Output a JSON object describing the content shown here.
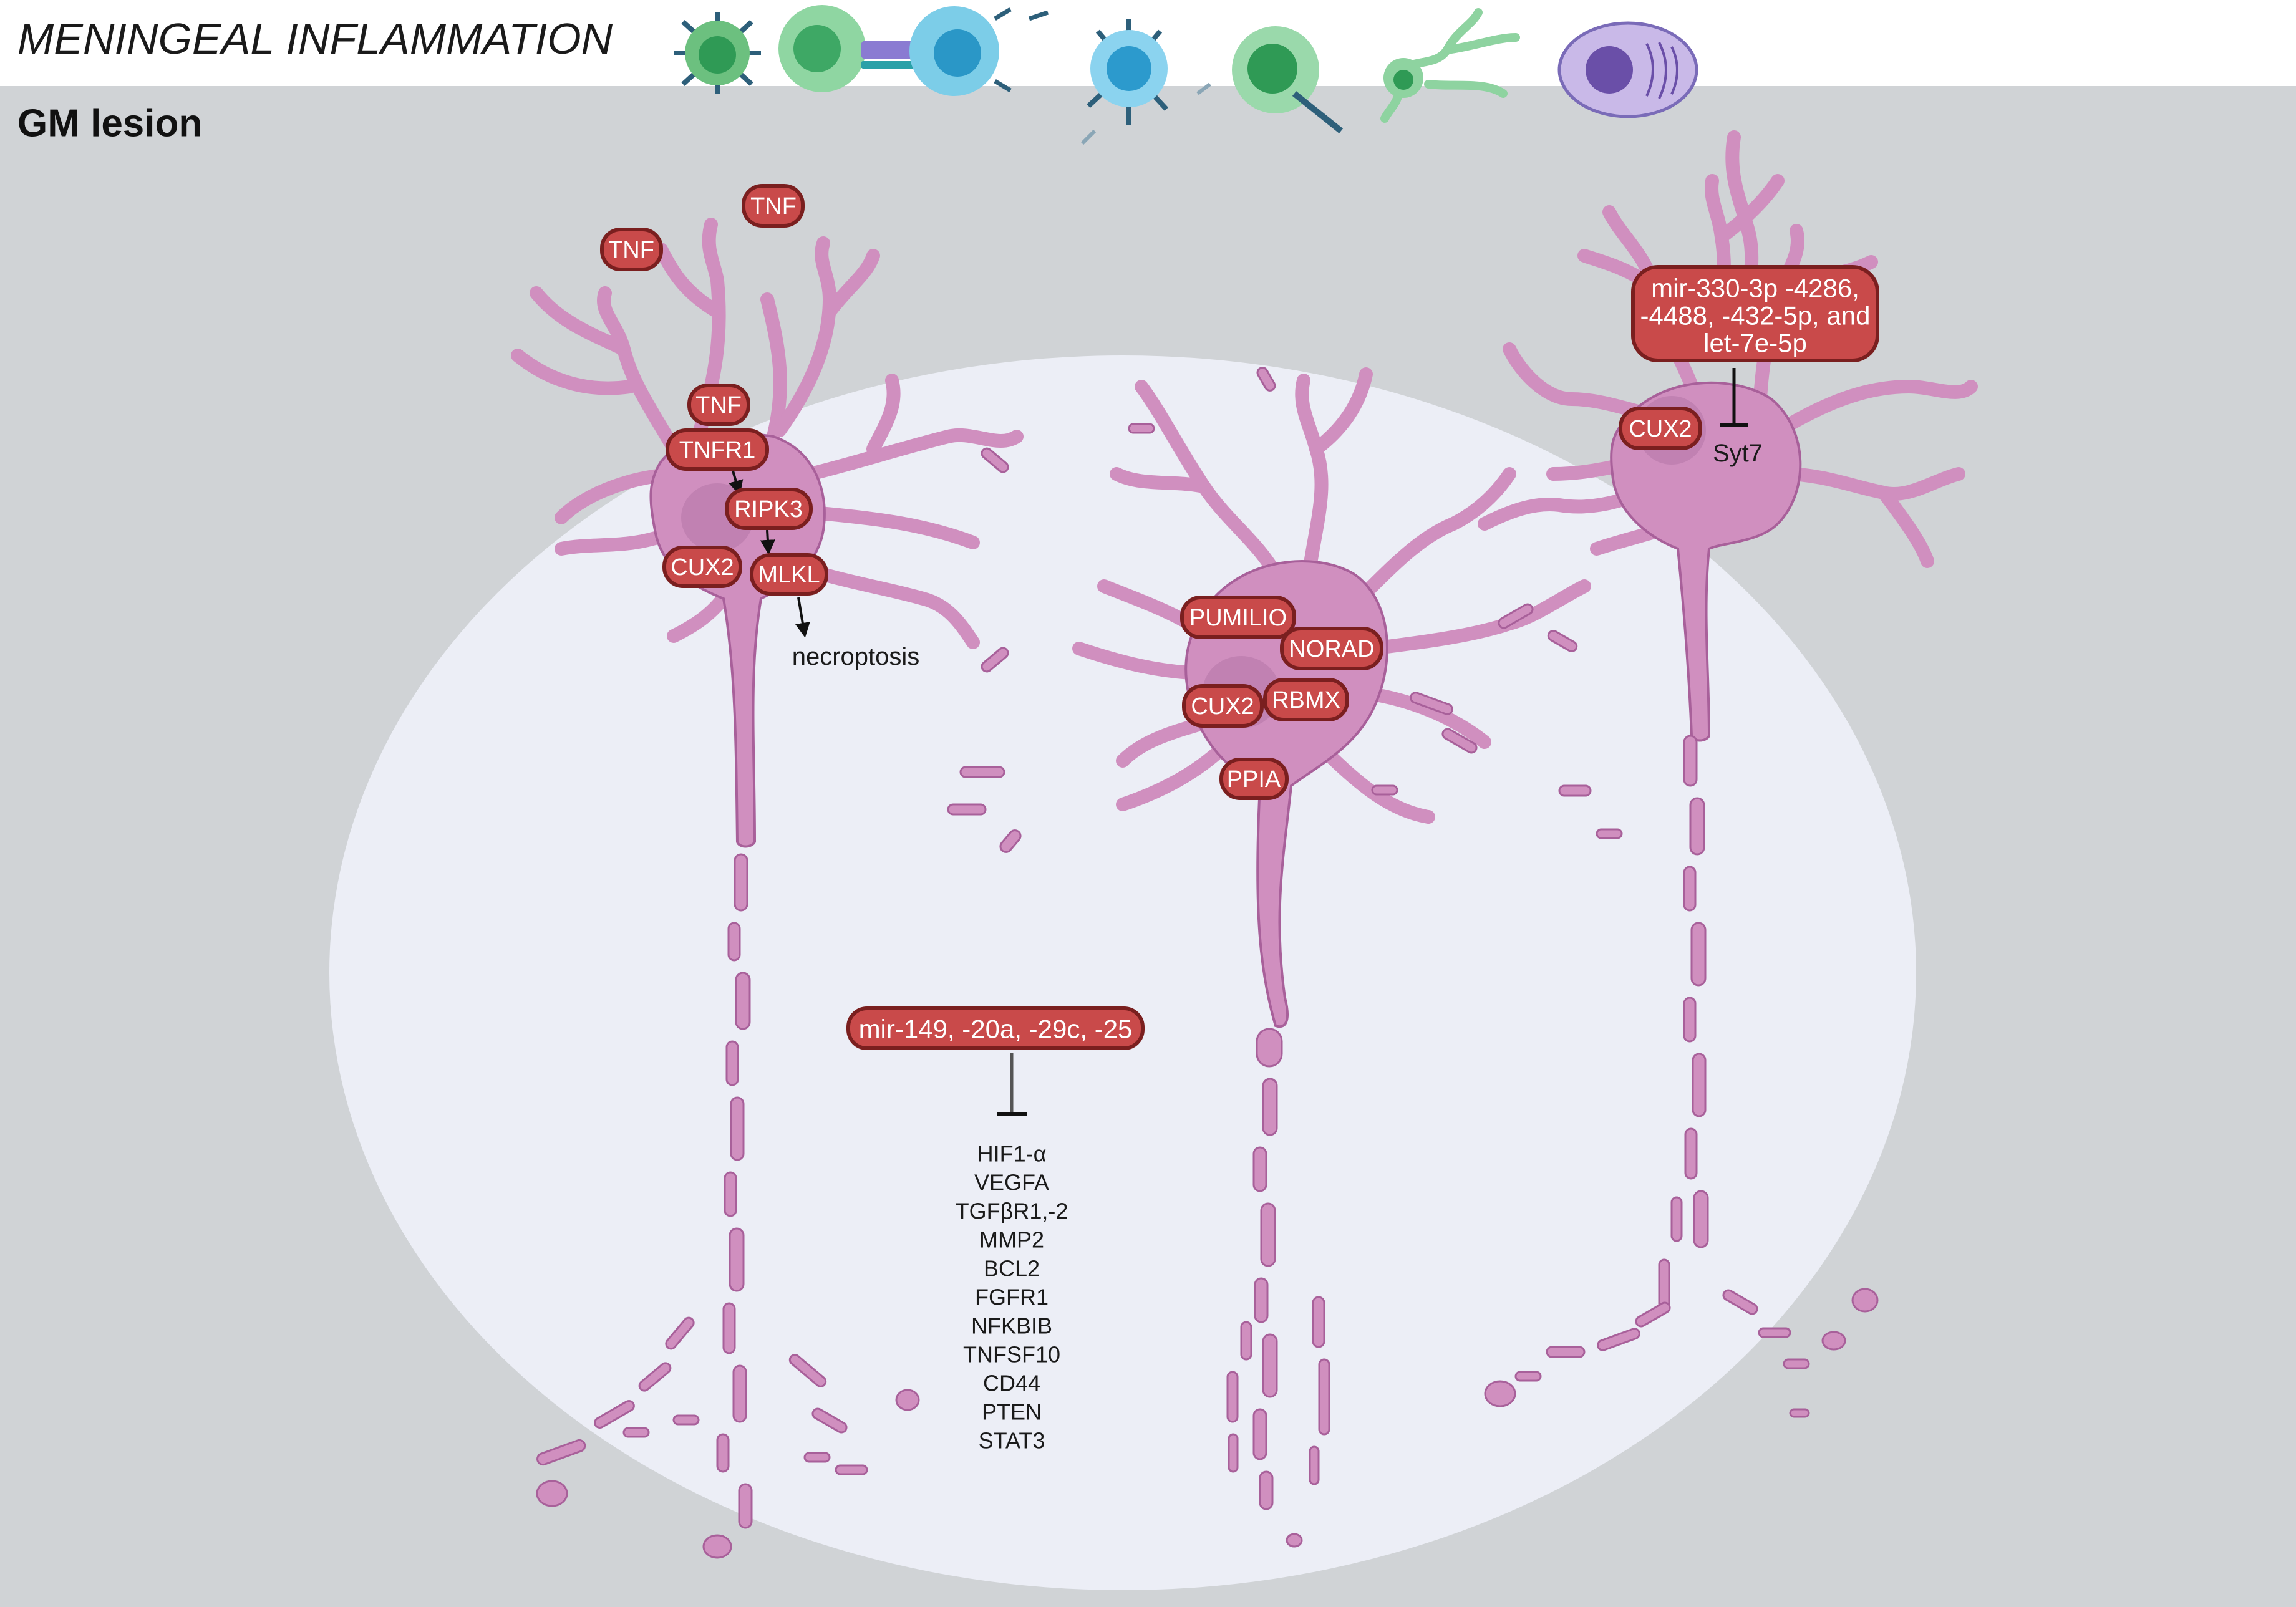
{
  "header": {
    "title": "MENINGEAL INFLAMMATION"
  },
  "region": {
    "label": "GM lesion"
  },
  "colors": {
    "background": "#d0d3d6",
    "lesion": "#eceef6",
    "neuron": "#d08fbf",
    "pill": "#c94a4a"
  },
  "left_neuron": {
    "tnf_outside_1": "TNF",
    "tnf_outside_2": "TNF",
    "tnf_bound": "TNF",
    "receptor": "TNFR1",
    "kinase": "RIPK3",
    "effector": "MLKL",
    "marker": "CUX2",
    "outcome": "necroptosis"
  },
  "middle_neuron": {
    "p1": "PUMILIO",
    "p2": "NORAD",
    "p3": "RBMX",
    "marker": "CUX2",
    "p4": "PPIA"
  },
  "right_neuron": {
    "mirna_line1": "mir-330-3p -4286,",
    "mirna_line2": "-4488, -432-5p, and",
    "mirna_line3": "let-7e-5p",
    "marker": "CUX2",
    "target": "Syt7"
  },
  "mirna_center": {
    "label": "mir-149, -20a, -29c, -25",
    "targets": [
      "HIF1-α",
      "VEGFA",
      "TGFβR1,-2",
      "MMP2",
      "BCL2",
      "FGFR1",
      "NFKBIB",
      "TNFSF10",
      "CD44",
      "PTEN",
      "STAT3"
    ]
  },
  "header_icons": [
    "b-cell-icon",
    "t-cell-b-cell-interaction-icon",
    "plasma-cell-icon",
    "antibody-cell-icon",
    "microglia-icon",
    "mast-cell-icon"
  ]
}
